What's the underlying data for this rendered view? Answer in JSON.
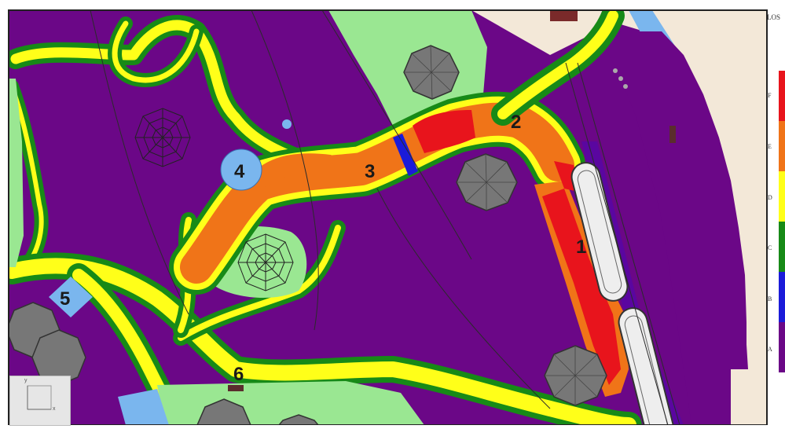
{
  "legend": {
    "title": "LOS",
    "levels": [
      {
        "letter": "F",
        "color": "#e8141c"
      },
      {
        "letter": "E",
        "color": "#f07418"
      },
      {
        "letter": "D",
        "color": "#ffff19"
      },
      {
        "letter": "C",
        "color": "#178a17"
      },
      {
        "letter": "B",
        "color": "#1b1bd9"
      },
      {
        "letter": "A",
        "color": "#6b0787"
      }
    ]
  },
  "markers": [
    {
      "id": "1",
      "label": "1"
    },
    {
      "id": "2",
      "label": "2"
    },
    {
      "id": "3",
      "label": "3"
    },
    {
      "id": "4",
      "label": "4"
    },
    {
      "id": "5",
      "label": "5"
    },
    {
      "id": "6",
      "label": "6"
    }
  ],
  "axis_widget": {
    "x_label": "x",
    "y_label": "y"
  },
  "colors": {
    "los_a_background": "#6b0787",
    "grass": "#9ae792",
    "water": "#7ab6ee",
    "sand": "#f3e8d8",
    "gazebo": "#777777"
  }
}
